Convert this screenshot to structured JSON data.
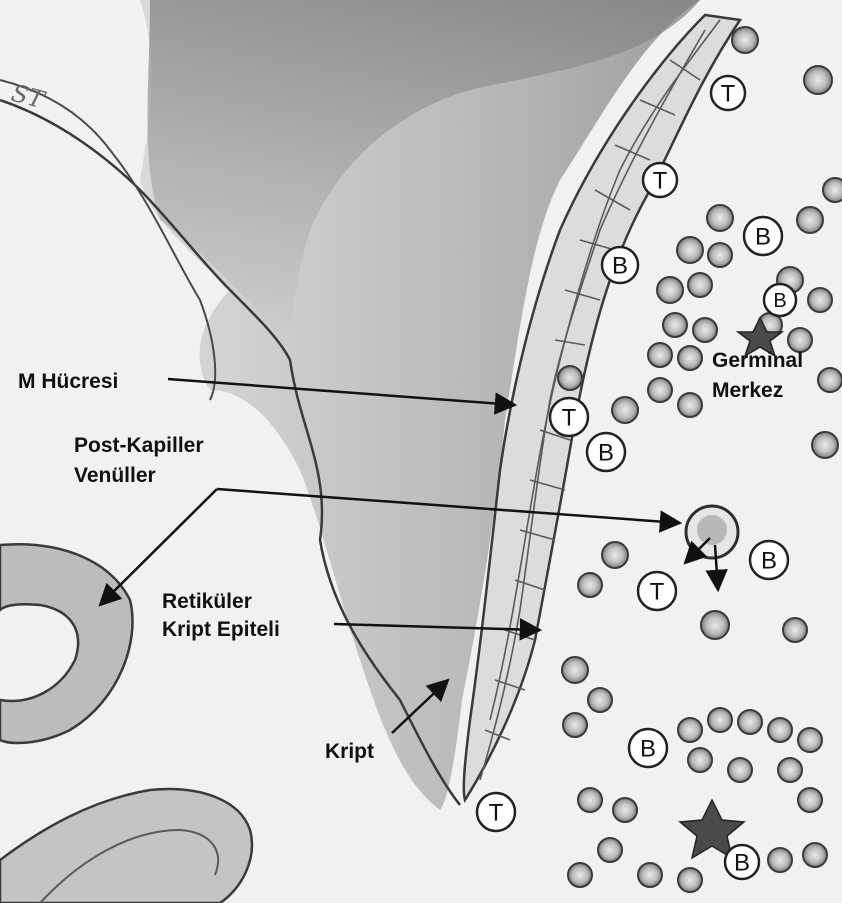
{
  "corner_mark": "ST",
  "labels": {
    "m_cell": "M Hücresi",
    "post_capillary_1": "Post-Kapiller",
    "post_capillary_2": "Venüller",
    "germinal_1": "Germinal",
    "germinal_2": "Merkez",
    "reticular_1": "Retiküler",
    "reticular_2": "Kript Epiteli",
    "crypt": "Kript"
  },
  "cell_letters": {
    "t": "T",
    "b": "B"
  },
  "colors": {
    "paper": "#f1f1f1",
    "pencil_dark": "#3a3a3a",
    "pencil_mid": "#7a7a7a",
    "shade": "#9a9a9a",
    "ink": "#111111"
  }
}
